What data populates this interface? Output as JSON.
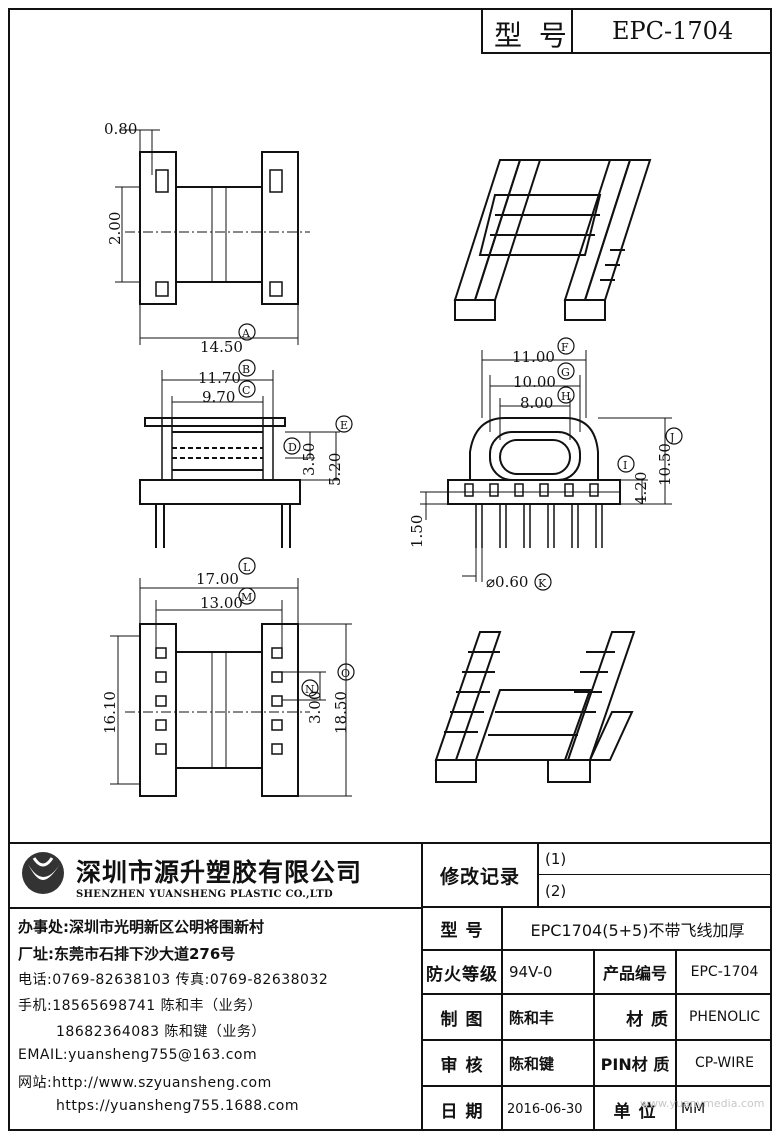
{
  "header": {
    "model_label": "型 号",
    "model_value": "EPC-1704"
  },
  "dims": {
    "d080": "0.80",
    "d200": "2.00",
    "d1450": "14.50",
    "A": "A",
    "d1170": "11.70",
    "B": "B",
    "d970": "9.70",
    "C": "C",
    "d350": "3.50",
    "D": "D",
    "d520": "5.20",
    "E": "E",
    "d1100": "11.00",
    "F": "F",
    "d1000": "10.00",
    "G": "G",
    "d800": "8.00",
    "H": "H",
    "d1050": "10.50",
    "J": "J",
    "I": "I",
    "d420": "4.20",
    "d150": "1.50",
    "d060": "⌀0.60",
    "K": "K",
    "d1700": "17.00",
    "L": "L",
    "d1300": "13.00",
    "M": "M",
    "N": "N",
    "d300": "3.00",
    "d1610": "16.10",
    "d1850": "18.50",
    "O": "O"
  },
  "company": {
    "name_cn": "深圳市源升塑胶有限公司",
    "name_en": "SHENZHEN YUANSHENG PLASTIC CO.,LTD",
    "office": "办事处:深圳市光明新区公明将围新村",
    "factory": "厂址:东莞市石排下沙大道276号",
    "phone": "电话:0769-82638103 传真:0769-82638032",
    "mobile1": "手机:18565698741 陈和丰（业务）",
    "mobile2": "18682364083 陈和键（业务）",
    "email": "EMAIL:yuansheng755@163.com",
    "web1": "网站:http://www.szyuansheng.com",
    "web2": "https://yuansheng755.1688.com"
  },
  "revision": {
    "label": "修改记录",
    "r1": "(1)",
    "r2": "(2)"
  },
  "table": {
    "model_label": "型 号",
    "model_value": "EPC1704(5+5)不带飞线加厚",
    "fire_label": "防火等级",
    "fire_value": "94V-0",
    "code_label": "产品编号",
    "code_value": "EPC-1704",
    "drawn_label": "制 图",
    "drawn_value": "陈和丰",
    "material_label": "材 质",
    "material_value": "PHENOLIC",
    "check_label": "审 核",
    "check_value": "陈和键",
    "pin_label": "PIN材 质",
    "pin_value": "CP-WIRE",
    "date_label": "日 期",
    "date_value": "2016-06-30",
    "unit_label": "单 位",
    "unit_value": "MM"
  },
  "watermark": "www.yuanymedia.com"
}
